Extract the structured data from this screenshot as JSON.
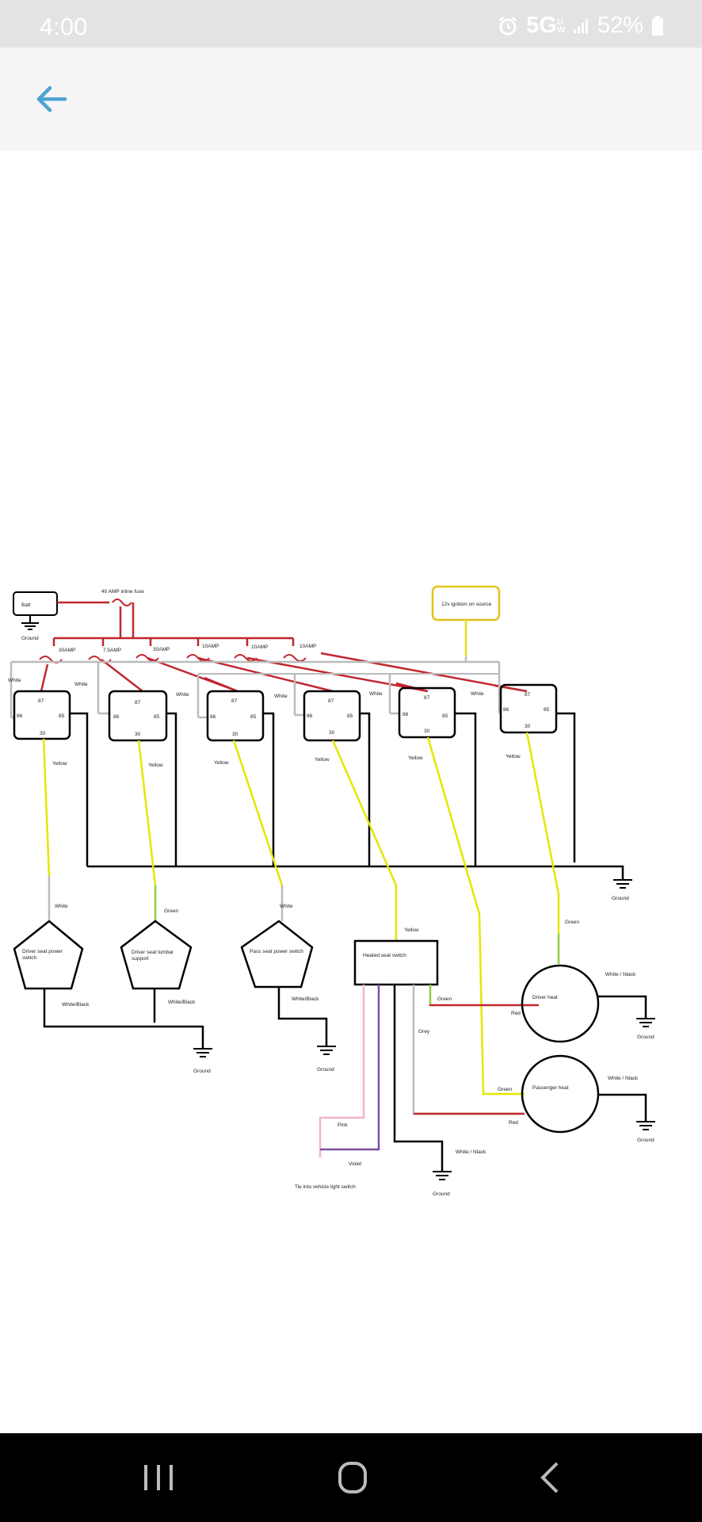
{
  "status_bar": {
    "time": "4:00",
    "network": "5G",
    "network_sub": "UW",
    "battery": "52%"
  },
  "app_bar": {
    "back_icon": "arrow-left-icon",
    "accent": "#4fa3d1"
  },
  "diagram": {
    "batt": "Batt",
    "ground": "Ground",
    "inline_fuse": "40 AMP inline fuse",
    "ignition": "12v ignition on source",
    "fuses": [
      "30AMP",
      "7.5AMP",
      "30AMP",
      "10AMP",
      "10AMP",
      "10AMP"
    ],
    "relay_pins": {
      "p87": "87",
      "p86": "86",
      "p85": "85",
      "p30": "30"
    },
    "wire_white": "White",
    "wire_yellow": "Yellow",
    "wire_green": "Green",
    "wire_white_black": "White/Black",
    "wire_white_nlack": "White / Nlack",
    "wire_red": "Red",
    "wire_grey": "Grey",
    "wire_pink": "Pink",
    "wire_violet": "Violet",
    "driver_seat_power_switch": [
      "Driver seat power",
      "switch"
    ],
    "driver_seat_lumbar": [
      "Driver seat lumbar",
      "support"
    ],
    "pass_seat_power_switch": "Pass seat power switch",
    "heated_seat_switch": "Heated seat switch",
    "driver_heat": "Driver heat",
    "passenger_heat": "Passenger heat",
    "tie_into": "Tie into vehicle light switch"
  },
  "nav_bar": {
    "recents_icon": "recent-apps-icon",
    "home_icon": "home-icon",
    "back_icon": "back-chevron-icon"
  }
}
